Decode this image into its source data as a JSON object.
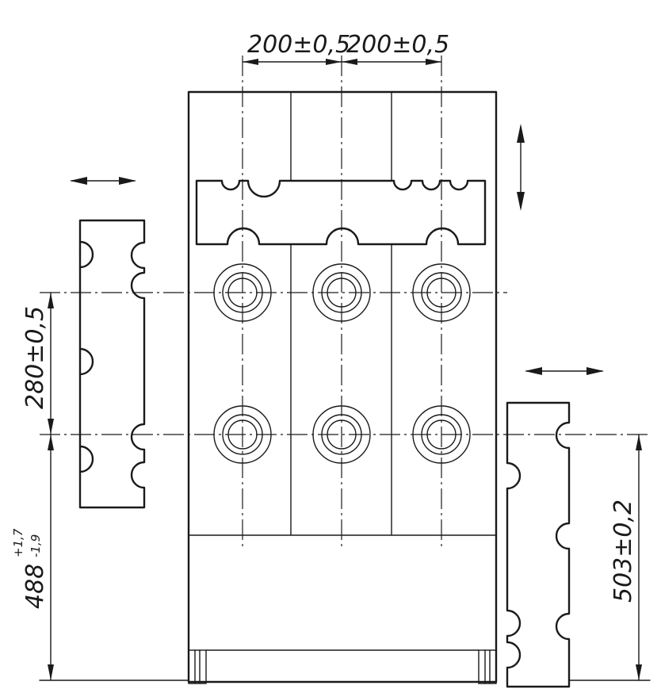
{
  "dimensions": {
    "spacing_left": "200±0,5",
    "spacing_right": "200±0,5",
    "vertical_pitch": "280±0,5",
    "left_height_base": "488",
    "left_height_upper_tol": "+1,7",
    "left_height_lower_tol": "-1,9",
    "right_height": "503±0,2"
  },
  "movement_arrows": [
    "left-horizontal",
    "top-vertical",
    "right-horizontal"
  ],
  "icons": [
    "double-arrow-horizontal-icon",
    "double-arrow-vertical-icon"
  ]
}
